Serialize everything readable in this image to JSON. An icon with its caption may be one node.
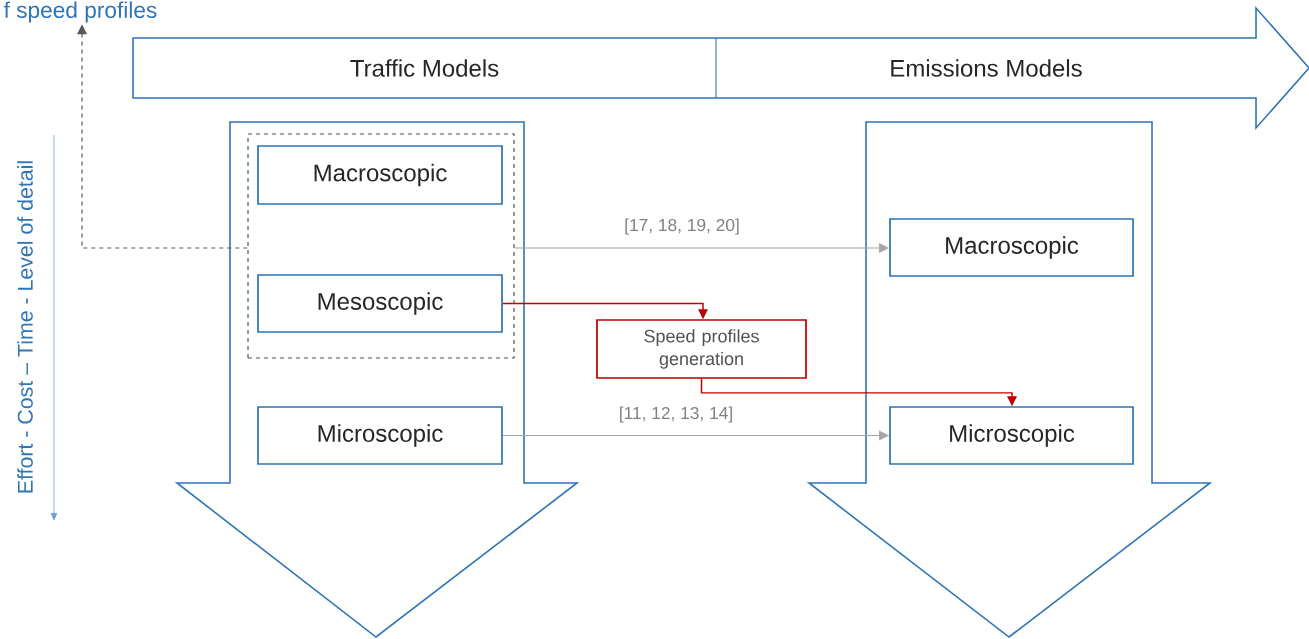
{
  "diagram": {
    "nodes": [
      {
        "text": [
          "Traffic Models",
          "Emissions Models"
        ]
      },
      {
        "text": [],
        "shape": "arrow"
      },
      {
        "text": [],
        "shape": "box",
        "in": 1
      },
      {
        "text": [
          "Macroscopic"
        ],
        "in": 2
      },
      {
        "text": [
          "Mesoscopic"
        ],
        "in": 2
      },
      {
        "text": [
          "Microscopic"
        ],
        "in": 1
      },
      {
        "text": [
          "Speed profiles generation"
        ]
      },
      {
        "text": [],
        "shape": "arrow"
      },
      {
        "text": [
          "Macroscopic"
        ],
        "in": 7
      },
      {
        "text": [
          "Microscopic"
        ],
        "in": 7
      },
      {
        "text": [
          "f speed profiles"
        ]
      }
    ],
    "edges": [
      {
        "from": 2,
        "to": 10,
        "arrow": "to",
        "style": "dashed",
        "color": "#595959"
      },
      {
        "from": 2,
        "to": 8,
        "arrow": "to",
        "label": "[17, 18, 19, 20]",
        "color": "#a6a6a6"
      },
      {
        "from": 4,
        "to": 6,
        "arrow": "to",
        "color": "#c00000"
      },
      {
        "from": 6,
        "to": 9,
        "arrow": "to",
        "color": "#c00000"
      },
      {
        "from": 5,
        "to": 9,
        "arrow": "to",
        "label": "[11, 12, 13, 14]",
        "color": "#a6a6a6"
      }
    ],
    "labels": [
      "Effort - Cost – Time - Level of detail"
    ]
  }
}
